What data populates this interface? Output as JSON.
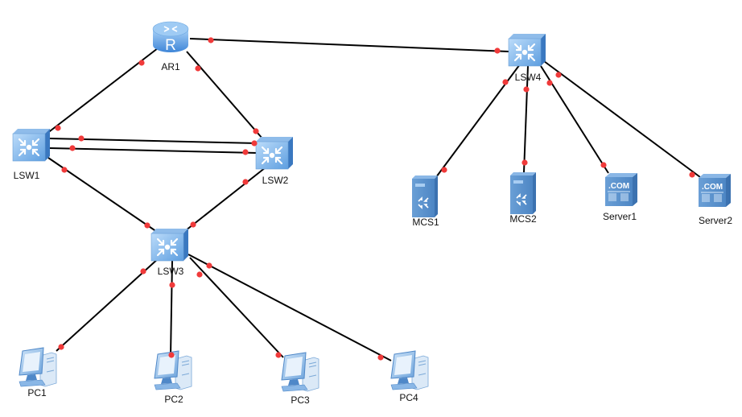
{
  "diagram": {
    "type": "network-topology",
    "nodes": [
      {
        "id": "AR1",
        "label": "AR1",
        "kind": "router"
      },
      {
        "id": "LSW1",
        "label": "LSW1",
        "kind": "switch"
      },
      {
        "id": "LSW2",
        "label": "LSW2",
        "kind": "switch"
      },
      {
        "id": "LSW3",
        "label": "LSW3",
        "kind": "switch"
      },
      {
        "id": "LSW4",
        "label": "LSW4",
        "kind": "switch"
      },
      {
        "id": "MCS1",
        "label": "MCS1",
        "kind": "mcs-server"
      },
      {
        "id": "MCS2",
        "label": "MCS2",
        "kind": "mcs-server"
      },
      {
        "id": "Server1",
        "label": "Server1",
        "kind": "web-server"
      },
      {
        "id": "Server2",
        "label": "Server2",
        "kind": "web-server"
      },
      {
        "id": "PC1",
        "label": "PC1",
        "kind": "pc"
      },
      {
        "id": "PC2",
        "label": "PC2",
        "kind": "pc"
      },
      {
        "id": "PC3",
        "label": "PC3",
        "kind": "pc"
      },
      {
        "id": "PC4",
        "label": "PC4",
        "kind": "pc"
      }
    ],
    "links": [
      {
        "from": "AR1",
        "to": "LSW4"
      },
      {
        "from": "AR1",
        "to": "LSW1"
      },
      {
        "from": "AR1",
        "to": "LSW2"
      },
      {
        "from": "LSW1",
        "to": "LSW2"
      },
      {
        "from": "LSW1",
        "to": "LSW2"
      },
      {
        "from": "LSW1",
        "to": "LSW3"
      },
      {
        "from": "LSW2",
        "to": "LSW3"
      },
      {
        "from": "LSW3",
        "to": "PC1"
      },
      {
        "from": "LSW3",
        "to": "PC2"
      },
      {
        "from": "LSW3",
        "to": "PC3"
      },
      {
        "from": "LSW3",
        "to": "PC4"
      },
      {
        "from": "LSW4",
        "to": "MCS1"
      },
      {
        "from": "LSW4",
        "to": "MCS2"
      },
      {
        "from": "LSW4",
        "to": "Server1"
      },
      {
        "from": "LSW4",
        "to": "Server2"
      }
    ],
    "colors": {
      "link": "#000000",
      "port_dot": "#f03a3a",
      "device_light": "#a9cdf2",
      "device_mid": "#5b9ad9",
      "device_dark": "#3a73b8"
    }
  }
}
